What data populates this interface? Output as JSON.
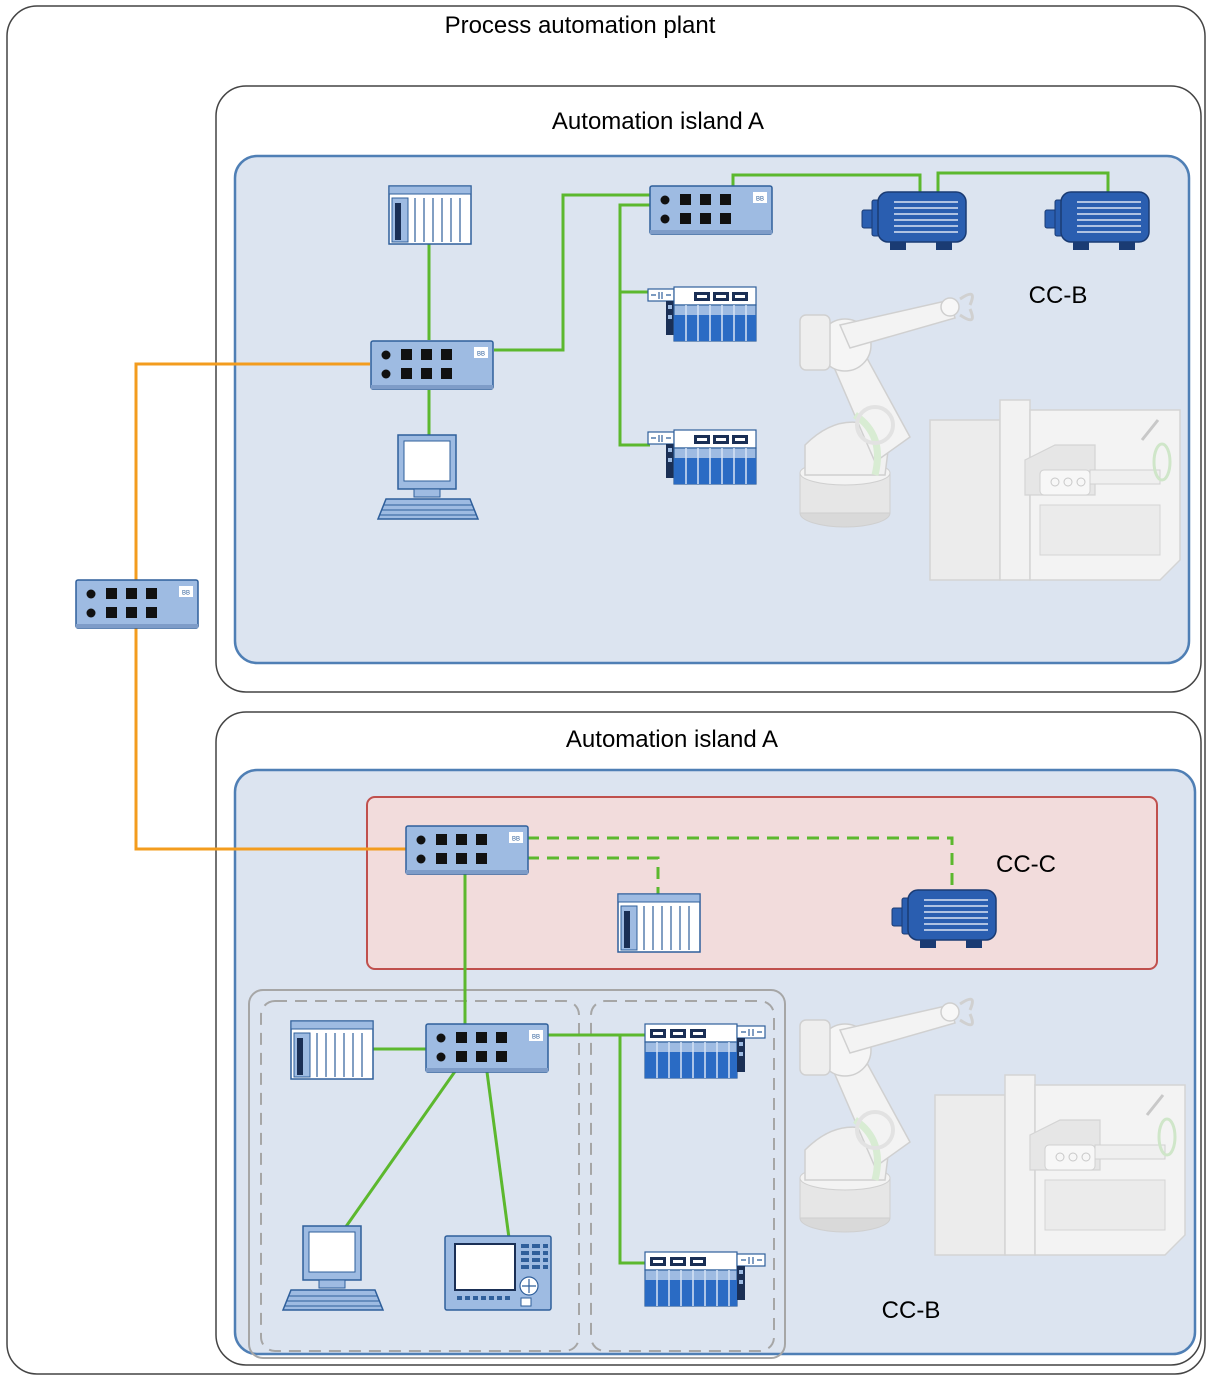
{
  "diagram": {
    "plant_title": "Process automation plant",
    "island_top_title": "Automation island A",
    "island_bottom_title": "Automation island A",
    "cc_b_top": "CC-B",
    "cc_c": "CC-C",
    "cc_b_bottom": "CC-B",
    "switch_badge": "BB"
  },
  "colors": {
    "plant_frame": "#444444",
    "island_fill": "#dce4f0",
    "island_border": "#4f7fb5",
    "cc_c_fill": "#f2dcdc",
    "cc_c_border": "#c0504d",
    "link_profinet": "#5cb82e",
    "link_uplink": "#f39c1e",
    "device_fill": "#9ebbe2",
    "device_stroke": "#2f5f9b",
    "motor_fill": "#2a5eb0",
    "group_dash": "#a6a6a6",
    "background_machine": "#ebebeb"
  },
  "icons": [
    "switch-icon",
    "plc-icon",
    "io-module-icon",
    "motor-icon",
    "pc-icon",
    "hmi-panel-icon",
    "robot-arm-icon",
    "lathe-machine-icon"
  ]
}
